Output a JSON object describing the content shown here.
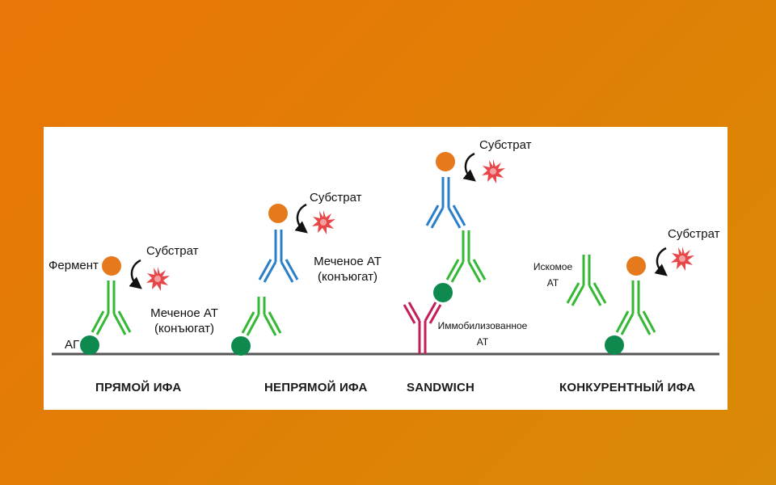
{
  "colors": {
    "background_start": "#e97608",
    "background_end": "#d98a06",
    "panel": "#ffffff",
    "antigen": "#0f8a4e",
    "enzyme": "#e5791c",
    "primary_antibody": "#35b835",
    "secondary_antibody": "#2b7fc9",
    "capture_antibody": "#c41e5a",
    "substrate": "#e8474a",
    "surface_line": "#555555"
  },
  "panels": [
    {
      "caption": "ПРЯМОЙ ИФА",
      "labels": {
        "enzyme": "Фермент",
        "substrate": "Субстрат",
        "conjugate_line1": "Меченое АТ",
        "conjugate_line2": "(конъюгат)",
        "antigen": "АГ"
      }
    },
    {
      "caption": "НЕПРЯМОЙ ИФА",
      "labels": {
        "substrate": "Субстрат",
        "conjugate_line1": "Меченое АТ",
        "conjugate_line2": "(конъюгат)"
      }
    },
    {
      "caption": "SANDWICH",
      "labels": {
        "substrate": "Субстрат",
        "immobilized_line1": "Иммобилизованное",
        "immobilized_line2": "АТ"
      }
    },
    {
      "caption": "КОНКУРЕНТНЫЙ ИФА",
      "labels": {
        "substrate": "Субстрат",
        "target_line1": "Искомое",
        "target_line2": "АТ"
      }
    }
  ]
}
